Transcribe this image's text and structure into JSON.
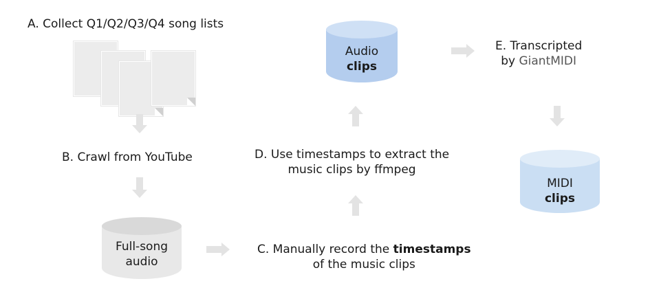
{
  "steps": {
    "a": {
      "text": "A. Collect Q1/Q2/Q3/Q4 song lists"
    },
    "b": {
      "text": "B. Crawl from YouTube"
    },
    "c": {
      "line1_prefix": "C. Manually record the ",
      "line1_bold": "timestamps",
      "line2": "of the music clips"
    },
    "d": {
      "line1": "D. Use timestamps to extract the",
      "line2": "music clips by ffmpeg"
    },
    "e": {
      "line1": "E. Transcripted",
      "line2_prefix": "by ",
      "line2_accent": "GiantMIDI"
    }
  },
  "databases": {
    "full_song": {
      "line1": "Full-song",
      "line2": "audio"
    },
    "audio_clips": {
      "line1": "Audio",
      "line2": "clips"
    },
    "midi_clips": {
      "line1": "MIDI",
      "line2": "clips"
    }
  },
  "colors": {
    "doc_fill": "#ececec",
    "arrow": "#e3e3e3",
    "gray_db_top": "#d9d9d9",
    "gray_db_body": "#e8e8e8",
    "blue_db_top": "#cfe0f5",
    "blue_db_body": "#b4cdee",
    "light_blue_db_top": "#e0ecf8",
    "light_blue_db_body": "#cadef3"
  }
}
